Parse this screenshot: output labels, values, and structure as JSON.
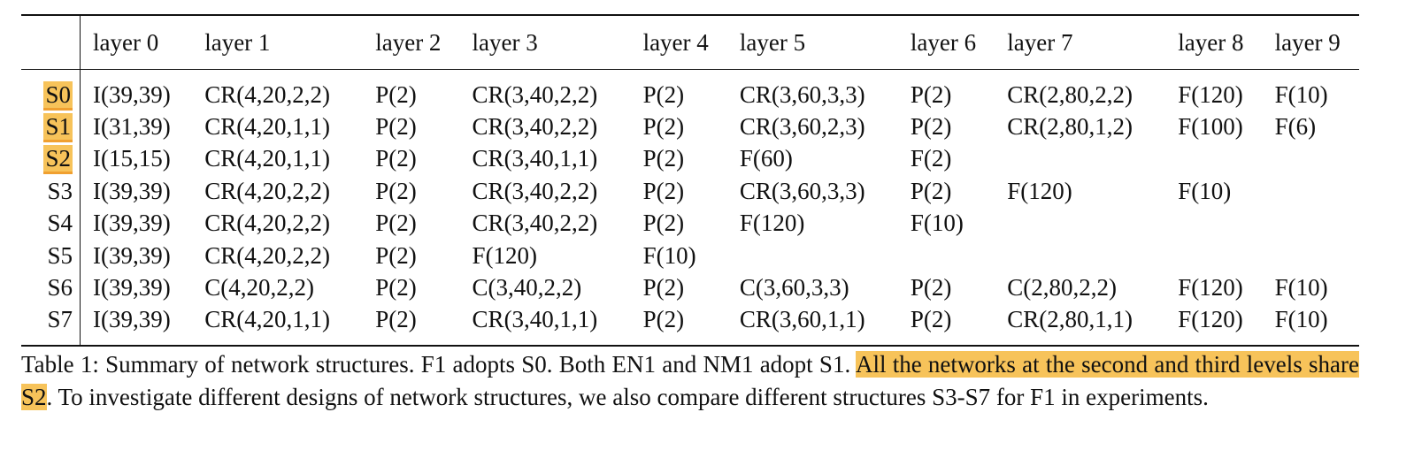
{
  "table": {
    "headers": [
      "",
      "layer 0",
      "layer 1",
      "layer 2",
      "layer 3",
      "layer 4",
      "layer 5",
      "layer 6",
      "layer 7",
      "layer 8",
      "layer 9"
    ],
    "rows": [
      {
        "label": "S0",
        "cells": [
          "I(39,39)",
          "CR(4,20,2,2)",
          "P(2)",
          "CR(3,40,2,2)",
          "P(2)",
          "CR(3,60,3,3)",
          "P(2)",
          "CR(2,80,2,2)",
          "F(120)",
          "F(10)"
        ]
      },
      {
        "label": "S1",
        "cells": [
          "I(31,39)",
          "CR(4,20,1,1)",
          "P(2)",
          "CR(3,40,2,2)",
          "P(2)",
          "CR(3,60,2,3)",
          "P(2)",
          "CR(2,80,1,2)",
          "F(100)",
          "F(6)"
        ]
      },
      {
        "label": "S2",
        "cells": [
          "I(15,15)",
          "CR(4,20,1,1)",
          "P(2)",
          "CR(3,40,1,1)",
          "P(2)",
          "F(60)",
          "F(2)",
          "",
          "",
          ""
        ]
      },
      {
        "label": "S3",
        "cells": [
          "I(39,39)",
          "CR(4,20,2,2)",
          "P(2)",
          "CR(3,40,2,2)",
          "P(2)",
          "CR(3,60,3,3)",
          "P(2)",
          "F(120)",
          "F(10)",
          ""
        ]
      },
      {
        "label": "S4",
        "cells": [
          "I(39,39)",
          "CR(4,20,2,2)",
          "P(2)",
          "CR(3,40,2,2)",
          "P(2)",
          "F(120)",
          "F(10)",
          "",
          "",
          ""
        ]
      },
      {
        "label": "S5",
        "cells": [
          "I(39,39)",
          "CR(4,20,2,2)",
          "P(2)",
          "F(120)",
          "F(10)",
          "",
          "",
          "",
          "",
          ""
        ]
      },
      {
        "label": "S6",
        "cells": [
          "I(39,39)",
          "C(4,20,2,2)",
          "P(2)",
          "C(3,40,2,2)",
          "P(2)",
          "C(3,60,3,3)",
          "P(2)",
          "C(2,80,2,2)",
          "F(120)",
          "F(10)"
        ]
      },
      {
        "label": "S7",
        "cells": [
          "I(39,39)",
          "CR(4,20,1,1)",
          "P(2)",
          "CR(3,40,1,1)",
          "P(2)",
          "CR(3,60,1,1)",
          "P(2)",
          "CR(2,80,1,1)",
          "F(120)",
          "F(10)"
        ]
      }
    ],
    "highlighted_rows": [
      "S0",
      "S1",
      "S2"
    ]
  },
  "caption": {
    "before": "Table 1: Summary of network structures. F1 adopts S0. Both EN1 and NM1 adopt S1. ",
    "highlight": "All the networks at the second and third levels share S2",
    "after": ". To investigate different designs of network structures, we also compare different structures S3-S7 for F1 in experiments."
  },
  "colors": {
    "highlight": "#f7c35a",
    "text": "#111111"
  }
}
